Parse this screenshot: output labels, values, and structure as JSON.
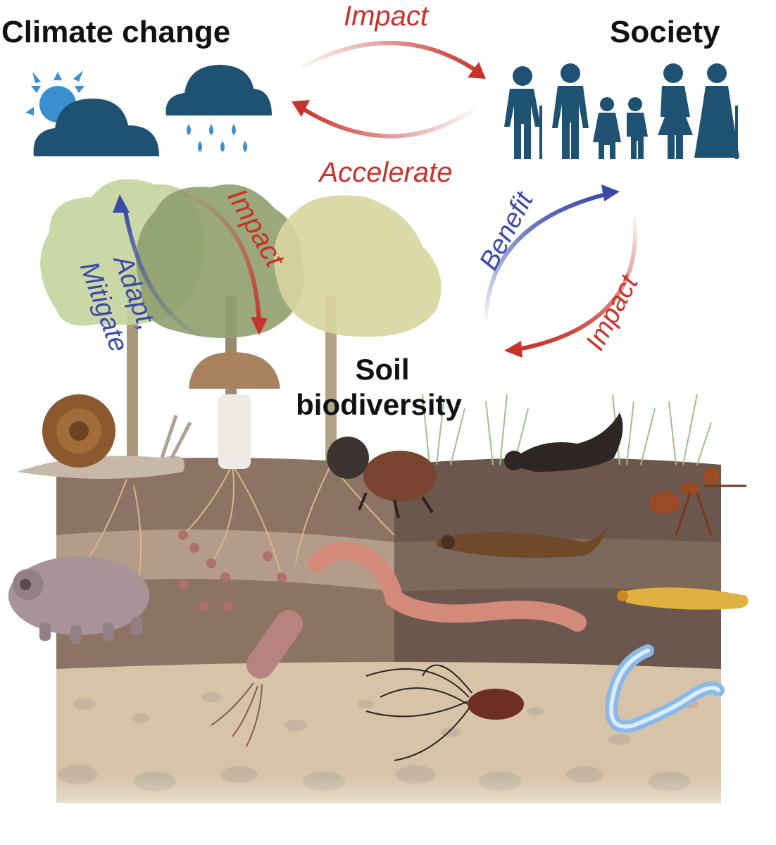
{
  "nodes": {
    "climate_change": "Climate change",
    "society": "Society",
    "soil_line1": "Soil",
    "soil_line2": "biodiversity"
  },
  "links": {
    "climate_to_society": "Impact",
    "society_to_climate": "Accelerate",
    "climate_to_soil": "Impact",
    "soil_to_climate_line1": "Adapt,",
    "soil_to_climate_line2": "Mitigate",
    "soil_to_society": "Benefit",
    "society_to_soil": "Impact"
  },
  "colors": {
    "negative": "#c8322a",
    "positive": "#3a4aa8",
    "icon": "#1f5272",
    "sky": "#3b8fd0"
  }
}
